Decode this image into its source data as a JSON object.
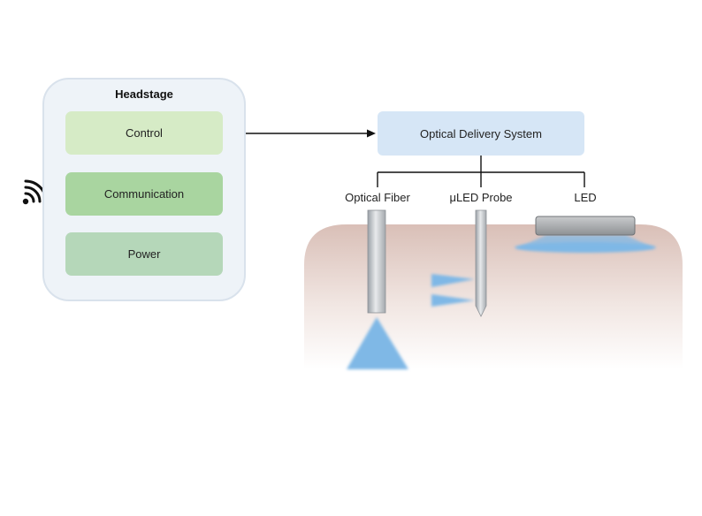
{
  "headstage": {
    "title": "Headstage",
    "modules": {
      "control": "Control",
      "communication": "Communication",
      "power": "Power"
    }
  },
  "delivery": {
    "title": "Optical Delivery System",
    "methods": {
      "fiber": "Optical Fiber",
      "probe": "μLED Probe",
      "led": "LED"
    }
  },
  "colors": {
    "control": "#d6ebc6",
    "communication": "#a9d5a0",
    "power": "#b5d7b9",
    "delivery_box": "#d6e6f6",
    "light": "#7fb8e6",
    "tissue": "#dcc3bc"
  },
  "icons": [
    "wireless-signal-icon",
    "bidirectional-arrow-icon"
  ]
}
